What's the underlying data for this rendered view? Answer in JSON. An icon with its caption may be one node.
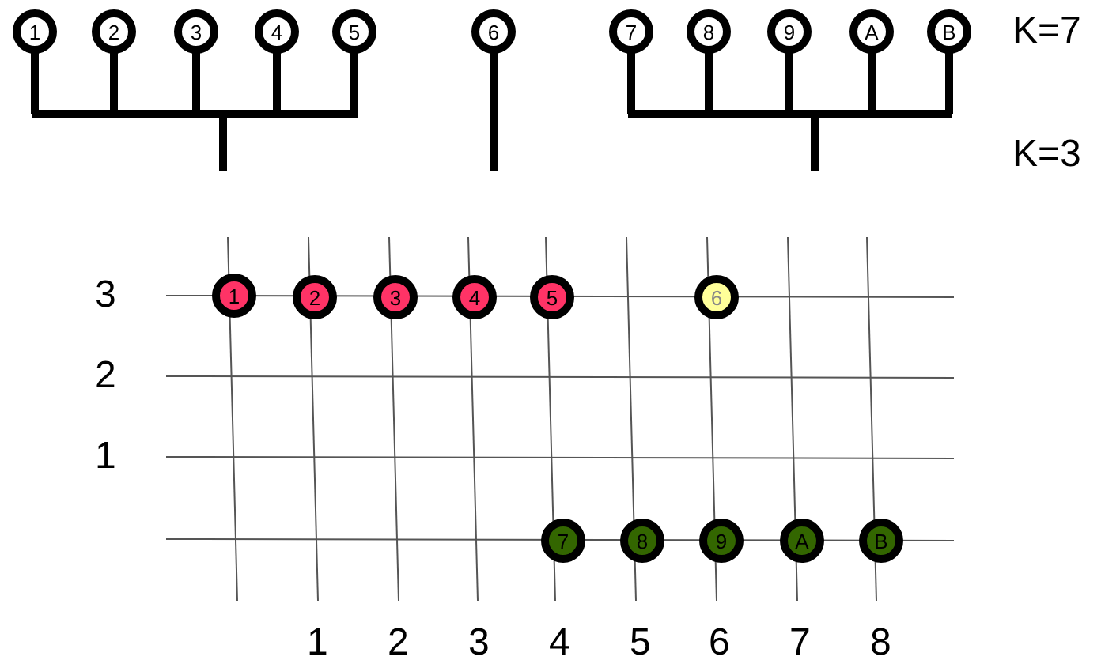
{
  "diagram": {
    "nodes": [
      {
        "text": [
          "1"
        ]
      },
      {
        "text": [
          "2"
        ]
      },
      {
        "text": [
          "3"
        ]
      },
      {
        "text": [
          "4"
        ]
      },
      {
        "text": [
          "5"
        ]
      },
      {
        "text": [
          "6"
        ]
      },
      {
        "text": [
          "7"
        ]
      },
      {
        "text": [
          "8"
        ]
      },
      {
        "text": [
          "9"
        ]
      },
      {
        "text": [
          "A"
        ]
      },
      {
        "text": [
          "B"
        ]
      },
      {
        "text": [
          "1"
        ]
      },
      {
        "text": [
          "2"
        ]
      },
      {
        "text": [
          "3"
        ]
      },
      {
        "text": [
          "4"
        ]
      },
      {
        "text": [
          "5"
        ]
      },
      {
        "text": [
          "6"
        ]
      },
      {
        "text": [
          "7"
        ]
      },
      {
        "text": [
          "8"
        ]
      },
      {
        "text": [
          "9"
        ]
      },
      {
        "text": [
          "A"
        ]
      },
      {
        "text": [
          "B"
        ]
      }
    ],
    "edges": [],
    "labels": [
      "K=7",
      "K=3",
      "3",
      "2",
      "1",
      "1",
      "2",
      "3",
      "4",
      "5",
      "6",
      "7",
      "8"
    ]
  }
}
